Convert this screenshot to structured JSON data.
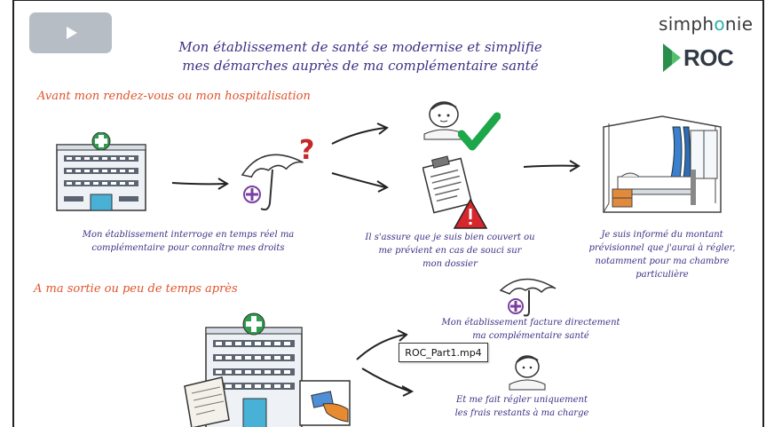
{
  "video_file_tooltip": "ROC_Part1.mp4",
  "slide": {
    "title_lines": [
      "Mon établissement de santé se modernise et simplifie",
      "mes démarches auprès de ma complémentaire santé"
    ],
    "brand": {
      "simphonie_prefix": "simph",
      "simphonie_o": "o",
      "simphonie_suffix": "nie",
      "roc": "ROC"
    },
    "section_before": "Avant mon rendez-vous ou mon hospitalisation",
    "section_after": "A ma sortie ou peu de temps après",
    "caption_hospital_lines": [
      "Mon établissement interroge en temps réel ma",
      "complémentaire pour connaître mes droits"
    ],
    "caption_check_lines": [
      "Il s'assure que je suis bien couvert ou",
      "me prévient en cas de souci sur",
      "mon dossier"
    ],
    "caption_room_lines": [
      "Je suis informé du montant",
      "prévisionnel que j'aurai à régler,",
      "notamment pour ma chambre",
      "particulière"
    ],
    "caption_invoice_lines": [
      "Mon établissement facture directement",
      "ma complémentaire santé"
    ],
    "caption_remaining_lines": [
      "Et me fait régler uniquement",
      "les frais restants à ma charge"
    ]
  },
  "colors": {
    "title": "#3d3185",
    "section": "#e0542b",
    "accent_teal": "#2cb3a8",
    "check_green": "#1ea64b",
    "warning_red": "#d7262c",
    "plus_purple": "#7a3fa0",
    "play_button": "#b6bdc5"
  },
  "icons": [
    "play-icon",
    "hospital-icon",
    "umbrella-icon",
    "question-icon",
    "check-icon",
    "clipboard-icon",
    "warning-icon",
    "bed-icon",
    "receipt-icon",
    "card-hand-icon",
    "arrow-icon",
    "patient-icon"
  ]
}
